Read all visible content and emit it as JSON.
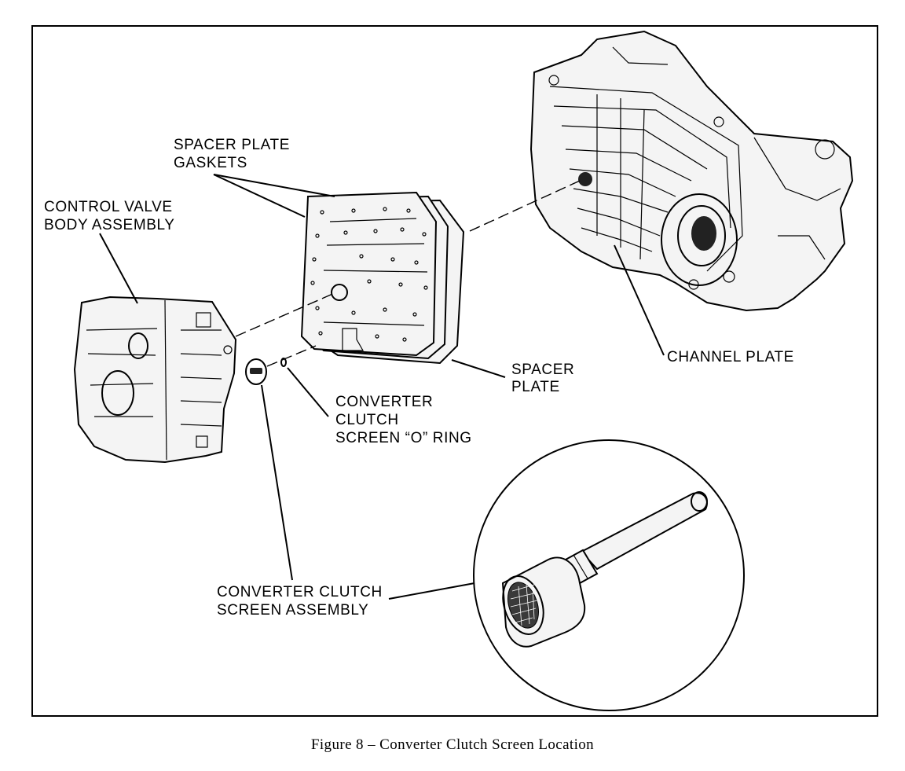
{
  "labels": {
    "spacer_plate_gaskets": [
      "SPACER PLATE",
      "GASKETS"
    ],
    "control_valve_body": [
      "CONTROL VALVE",
      "BODY ASSEMBLY"
    ],
    "channel_plate": [
      "CHANNEL PLATE"
    ],
    "spacer_plate": [
      "SPACER",
      "PLATE"
    ],
    "screen_o_ring": [
      "CONVERTER",
      "CLUTCH",
      "SCREEN “O” RING"
    ],
    "screen_assembly": [
      "CONVERTER CLUTCH",
      "SCREEN ASSEMBLY"
    ]
  },
  "caption": "Figure 8 – Converter Clutch Screen Location"
}
